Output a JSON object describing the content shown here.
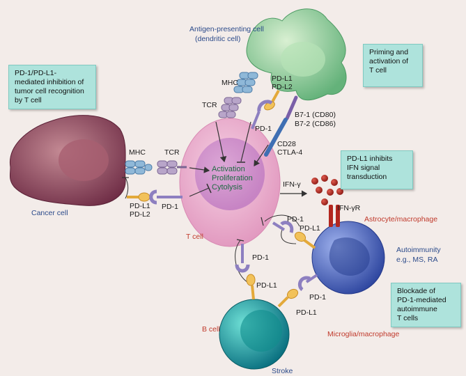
{
  "labels": {
    "apc_title_1": "Antigen-presenting cell",
    "apc_title_2": "(dendritic cell)",
    "mhc_apc": "MHC",
    "tcr_apc": "TCR",
    "pdl1_apc": "PD-L1",
    "pdl2_apc": "PD-L2",
    "pd1_apc": "PD-1",
    "b71": "B7-1 (CD80)",
    "b72": "B7-2 (CD86)",
    "cd28": "CD28",
    "ctla4": "CTLA-4",
    "mhc_cancer": "MHC",
    "tcr_cancer": "TCR",
    "pdl1_cancer": "PD-L1",
    "pdl2_cancer": "PD-L2",
    "pd1_cancer": "PD-1",
    "cancer_cell": "Cancer cell",
    "t_cell": "T cell",
    "activation": "Activation",
    "proliferation": "Proliferation",
    "cytolysis": "Cytolysis",
    "ifn_gamma": "IFN-γ",
    "ifn_gamma_r": "IFN-γR",
    "astrocyte": "Astrocyte/macrophage",
    "pd1_astro": "PD-1",
    "pdl1_astro": "PD-L1",
    "autoimmunity_1": "Autoimmunity",
    "autoimmunity_2": "e.g., MS, RA",
    "pd1_b": "PD-1",
    "pdl1_b": "PD-L1",
    "b_cell": "B cell",
    "stroke": "Stroke",
    "pd1_micro": "PD-1",
    "pdl1_micro": "PD-L1",
    "microglia": "Microglia/macrophage"
  },
  "boxes": {
    "pd1_inhibition": [
      "PD-1/PD-L1-",
      "mediated inhibition of",
      "tumor cell recognition",
      "by T cell"
    ],
    "priming": [
      "Priming and",
      "activation of",
      "T cell"
    ],
    "ifn_inhibits": [
      "PD-L1 inhibits",
      "IFN signal",
      "transduction"
    ],
    "blockade": [
      "Blockade of",
      "PD-1-mediated",
      "autoimmune",
      "T cells"
    ]
  },
  "colors": {
    "background": "#f3ece9",
    "box_fill": "#aee3dc",
    "t_cell": "#e8a8c8",
    "dendritic_cell": "#7fc98e",
    "cancer_cell": "#8a3e55",
    "astrocyte": "#4a66c0",
    "b_cell": "#159a9a",
    "pd1_receptor": "#8d7fc0",
    "pdl1_ligand": "#f2c25a",
    "mhc": "#8fb8d8",
    "ifn_gamma": "#b3261e"
  }
}
